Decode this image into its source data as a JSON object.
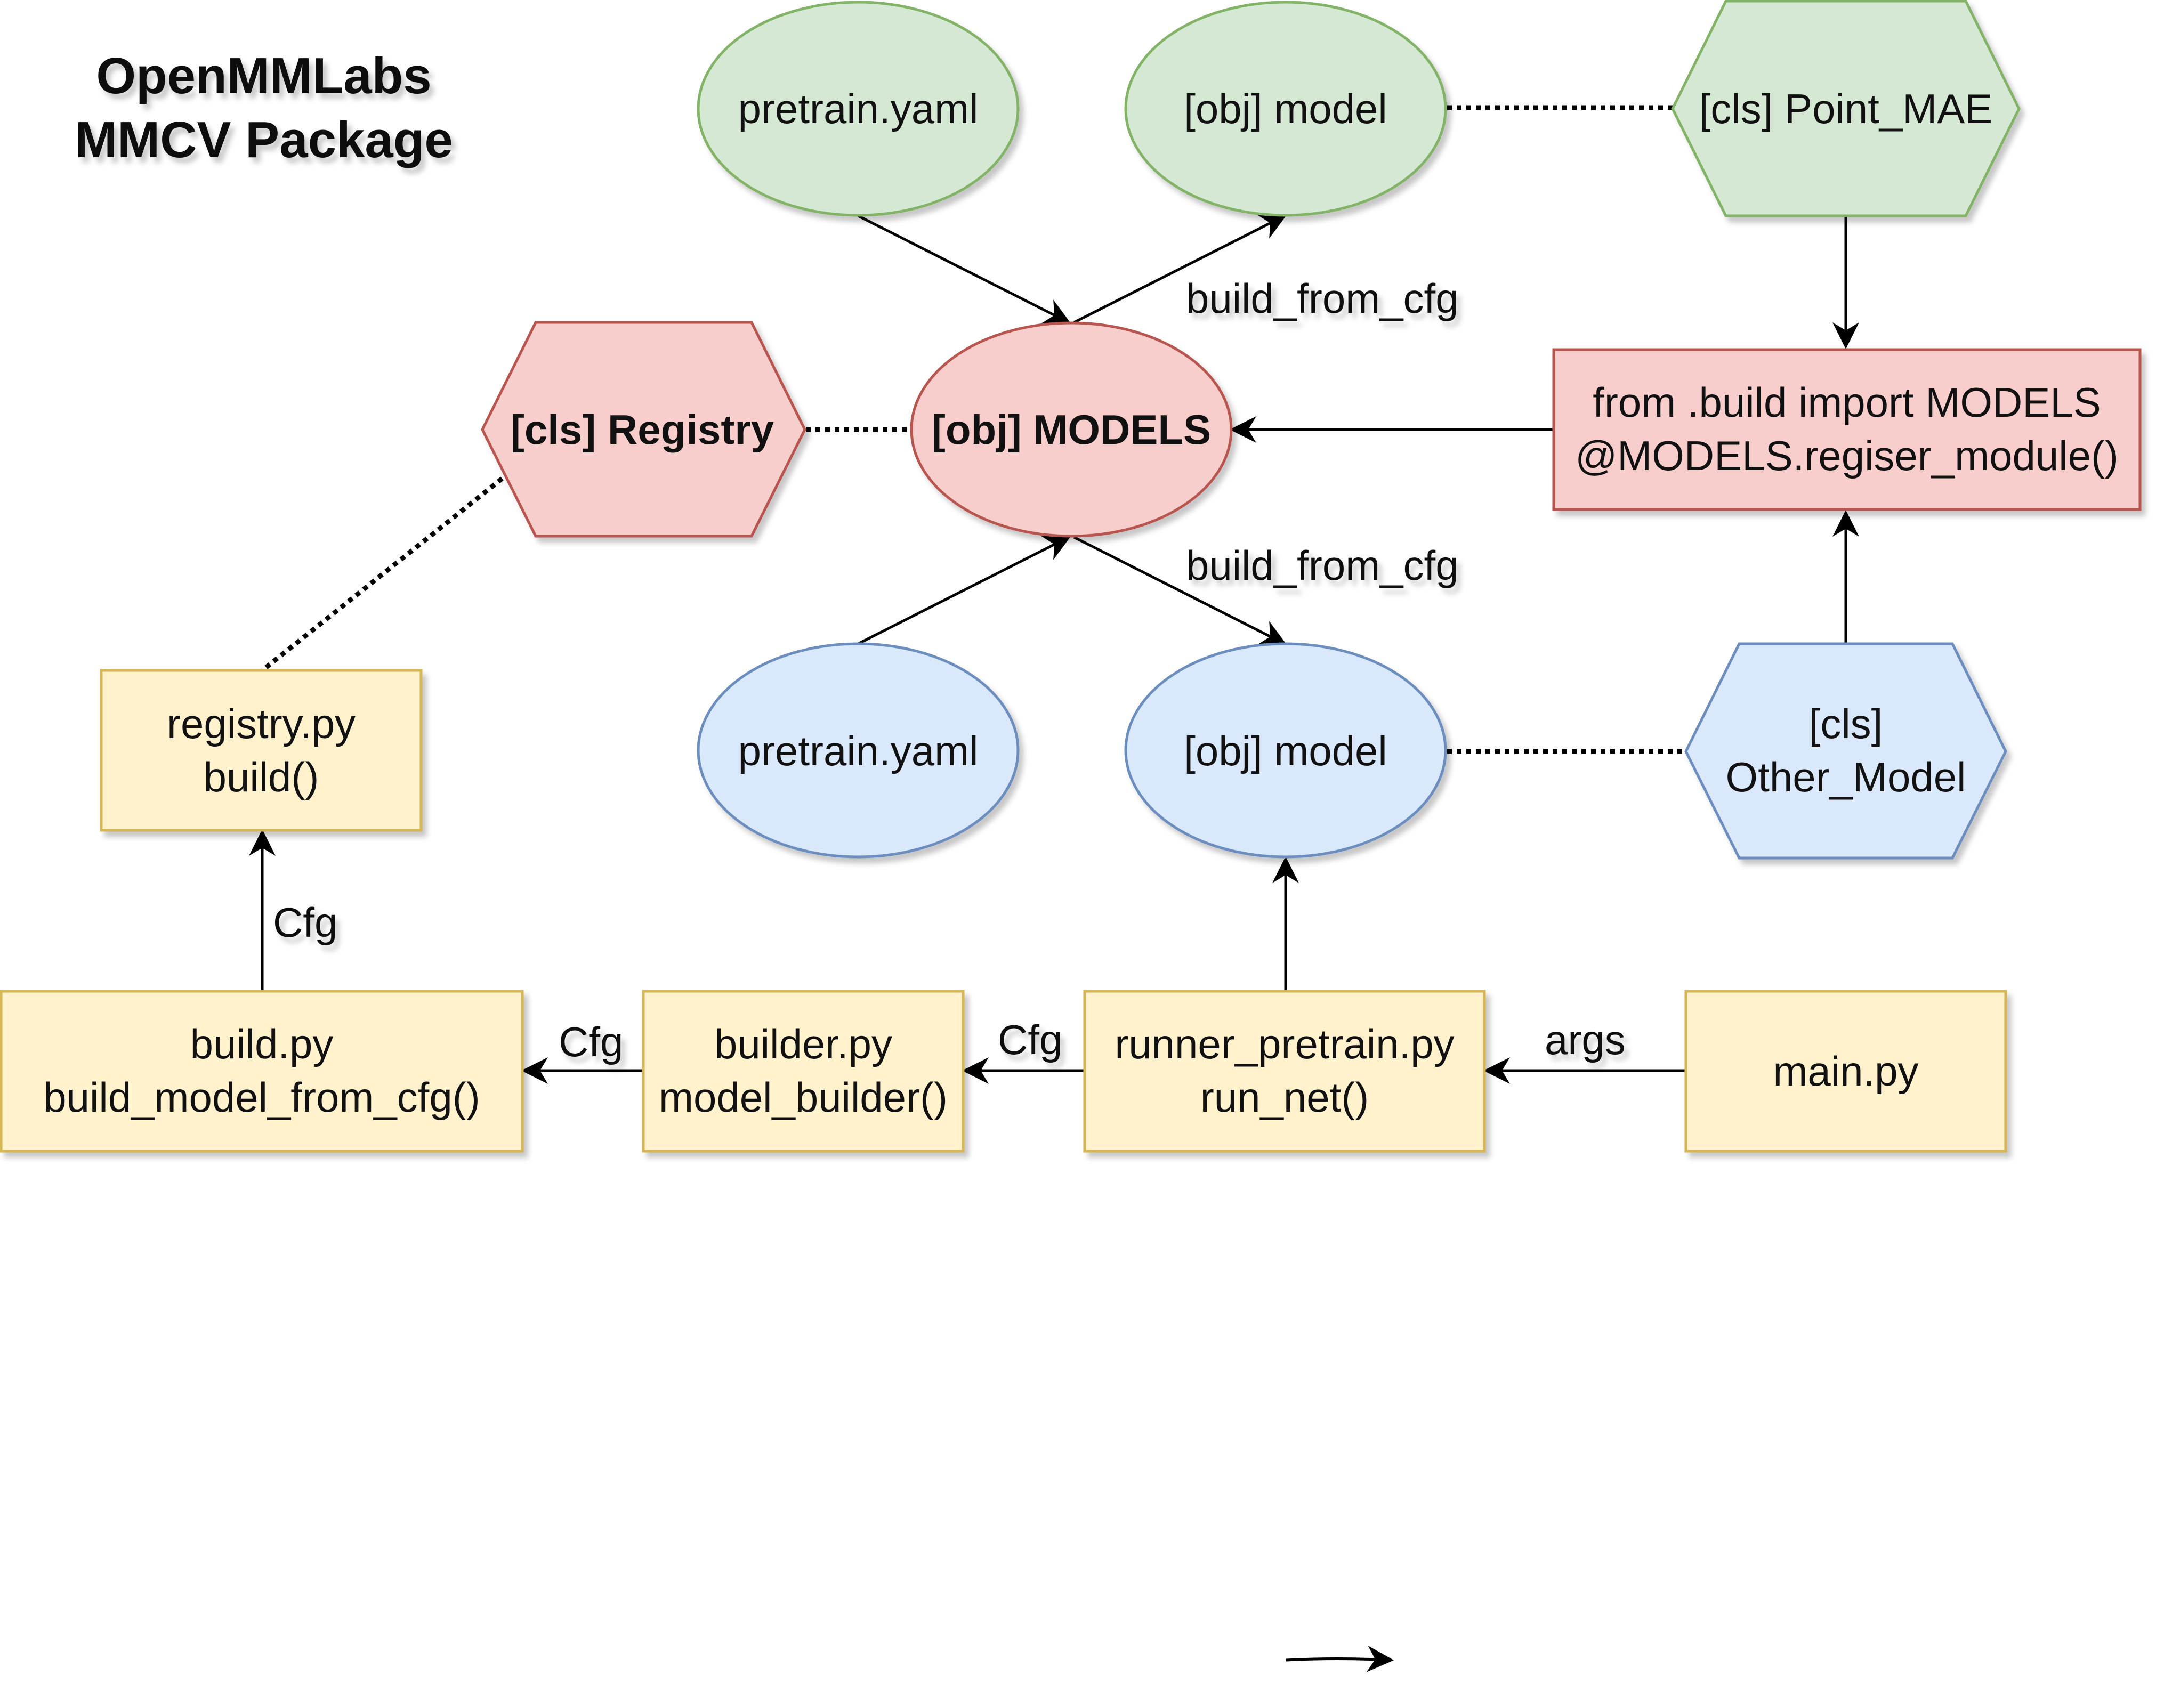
{
  "title": {
    "line1": "OpenMMLabs",
    "line2": "MMCV Package"
  },
  "colors": {
    "green_fill": "#d5e8d4",
    "green_stroke": "#82b366",
    "red_fill": "#f8cecc",
    "red_stroke": "#b85450",
    "blue_fill": "#dae8fc",
    "blue_stroke": "#6c8ebf",
    "yellow_fill": "#fff2cc",
    "yellow_stroke": "#d6b656",
    "edge": "#000000"
  },
  "nodes": {
    "pretrain_yaml_green": "pretrain.yaml",
    "model_obj_green": "[obj] model",
    "point_mae_cls": "[cls] Point_MAE",
    "registry_cls": "[cls] Registry",
    "models_obj": "[obj] MODELS",
    "import_models": {
      "line1": "from .build import MODELS",
      "line2": "@MODELS.regiser_module()"
    },
    "pretrain_yaml_blue": "pretrain.yaml",
    "model_obj_blue": "[obj] model",
    "other_model_cls": {
      "line1": "[cls]",
      "line2": "Other_Model"
    },
    "registry_py": {
      "line1": "registry.py",
      "line2": "build()"
    },
    "build_py": {
      "line1": "build.py",
      "line2": "build_model_from_cfg()"
    },
    "builder_py": {
      "line1": "builder.py",
      "line2": "model_builder()"
    },
    "runner_pretrain_py": {
      "line1": "runner_pretrain.py",
      "line2": "run_net()"
    },
    "main_py": "main.py"
  },
  "edge_labels": {
    "build_from_cfg_top": "build_from_cfg",
    "build_from_cfg_bottom": "build_from_cfg",
    "cfg_up": "Cfg",
    "cfg_builder_to_build": "Cfg",
    "cfg_runner_to_builder": "Cfg",
    "args": "args"
  }
}
